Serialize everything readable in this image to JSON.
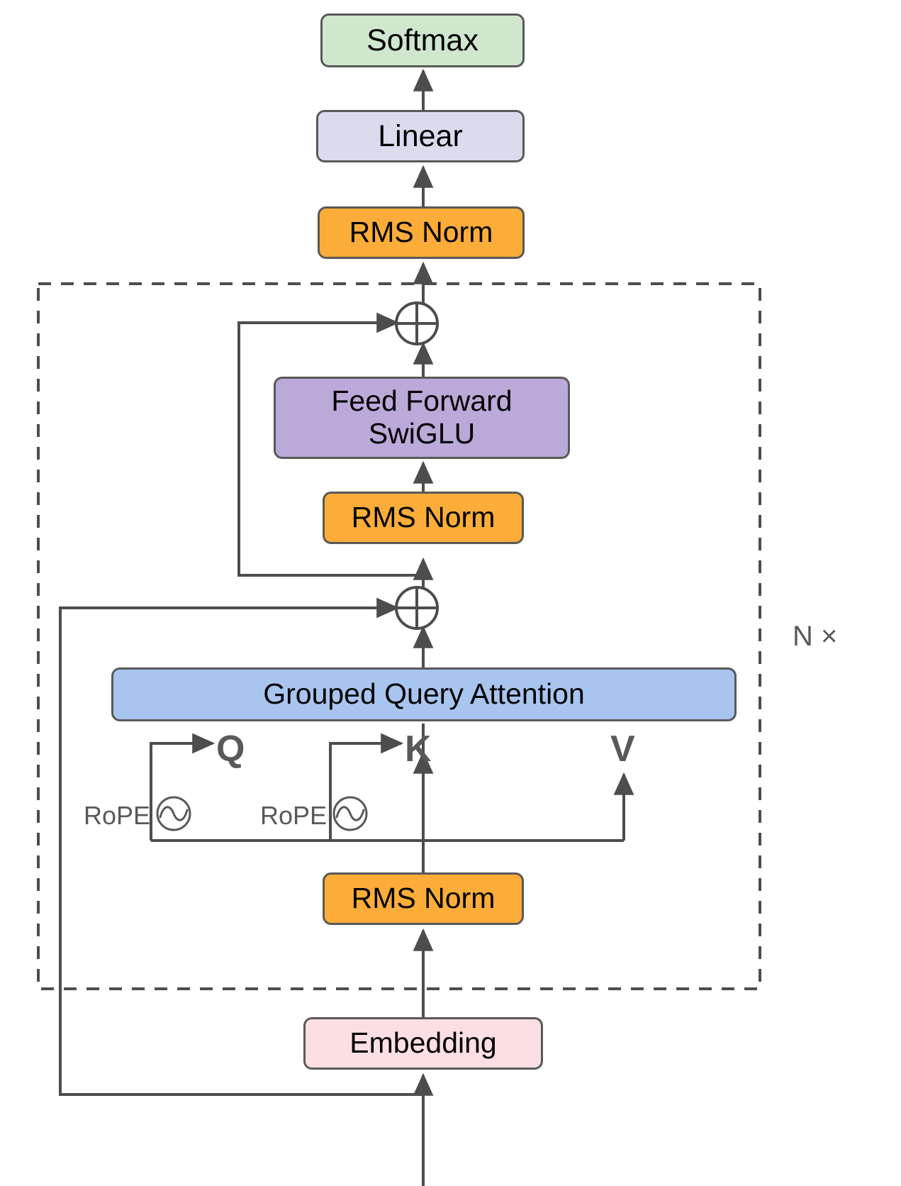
{
  "diagram": {
    "title": "Transformer decoder block architecture",
    "repeat_label": "N ×",
    "colors": {
      "softmax": "#cfe7cf",
      "linear": "#dadced",
      "rms_norm": "#fbac39",
      "feed_forward": "#bba9d9",
      "attention": "#a8c5f0",
      "embedding": "#fbdfe3",
      "stroke": "#595959",
      "wire": "#4d4d4d"
    },
    "nodes": {
      "softmax": "Softmax",
      "linear": "Linear",
      "rms_norm_final": "RMS Norm",
      "feed_forward": "Feed Forward\nSwiGLU",
      "rms_norm_ffn": "RMS Norm",
      "attention": "Grouped Query Attention",
      "rms_norm_attn": "RMS Norm",
      "embedding": "Embedding"
    },
    "qkv": {
      "q": "Q",
      "k": "K",
      "v": "V"
    },
    "rope": {
      "q_label": "RoPE",
      "k_label": "RoPE"
    },
    "operators": {
      "add_ffn": "⊕",
      "add_attn": "⊕"
    }
  }
}
